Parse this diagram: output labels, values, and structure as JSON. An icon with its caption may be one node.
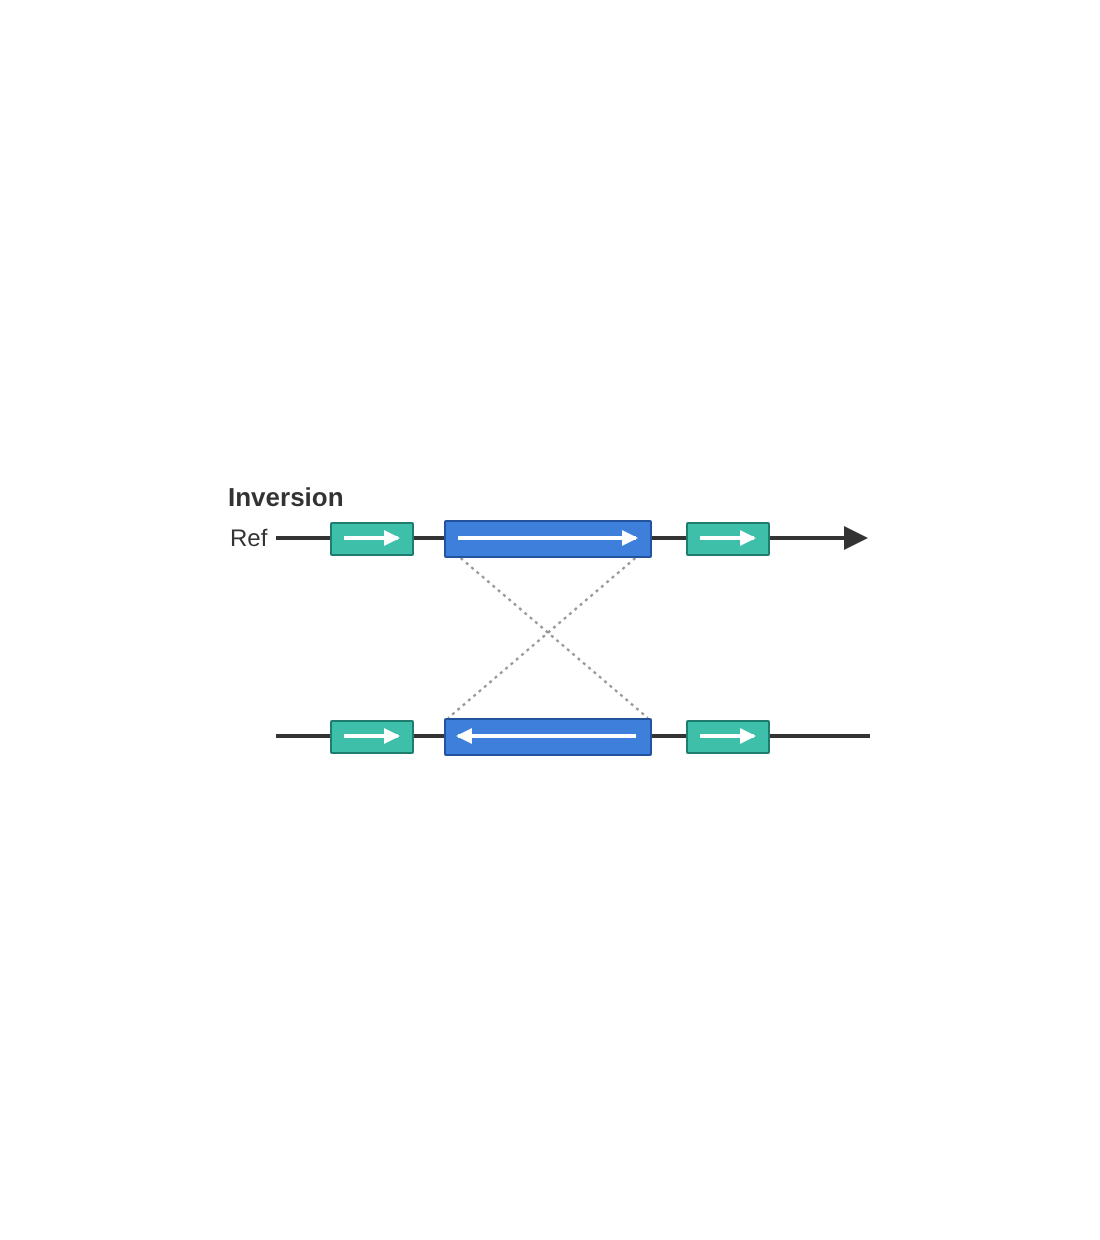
{
  "diagram": {
    "title": "Inversion",
    "nodes": [
      {
        "text": [],
        "shape": "box"
      },
      {
        "text": [],
        "shape": "box"
      },
      {
        "text": [],
        "shape": "box"
      },
      {
        "text": [],
        "shape": "box"
      },
      {
        "text": [],
        "shape": "box"
      },
      {
        "text": [],
        "shape": "box"
      }
    ],
    "edges": [
      {
        "from": 1,
        "to": 4,
        "arrow": "none",
        "style": "dashed"
      },
      {
        "from": 1,
        "to": 4,
        "arrow": "none",
        "style": "dashed"
      }
    ],
    "labels": [
      "Ref"
    ]
  }
}
